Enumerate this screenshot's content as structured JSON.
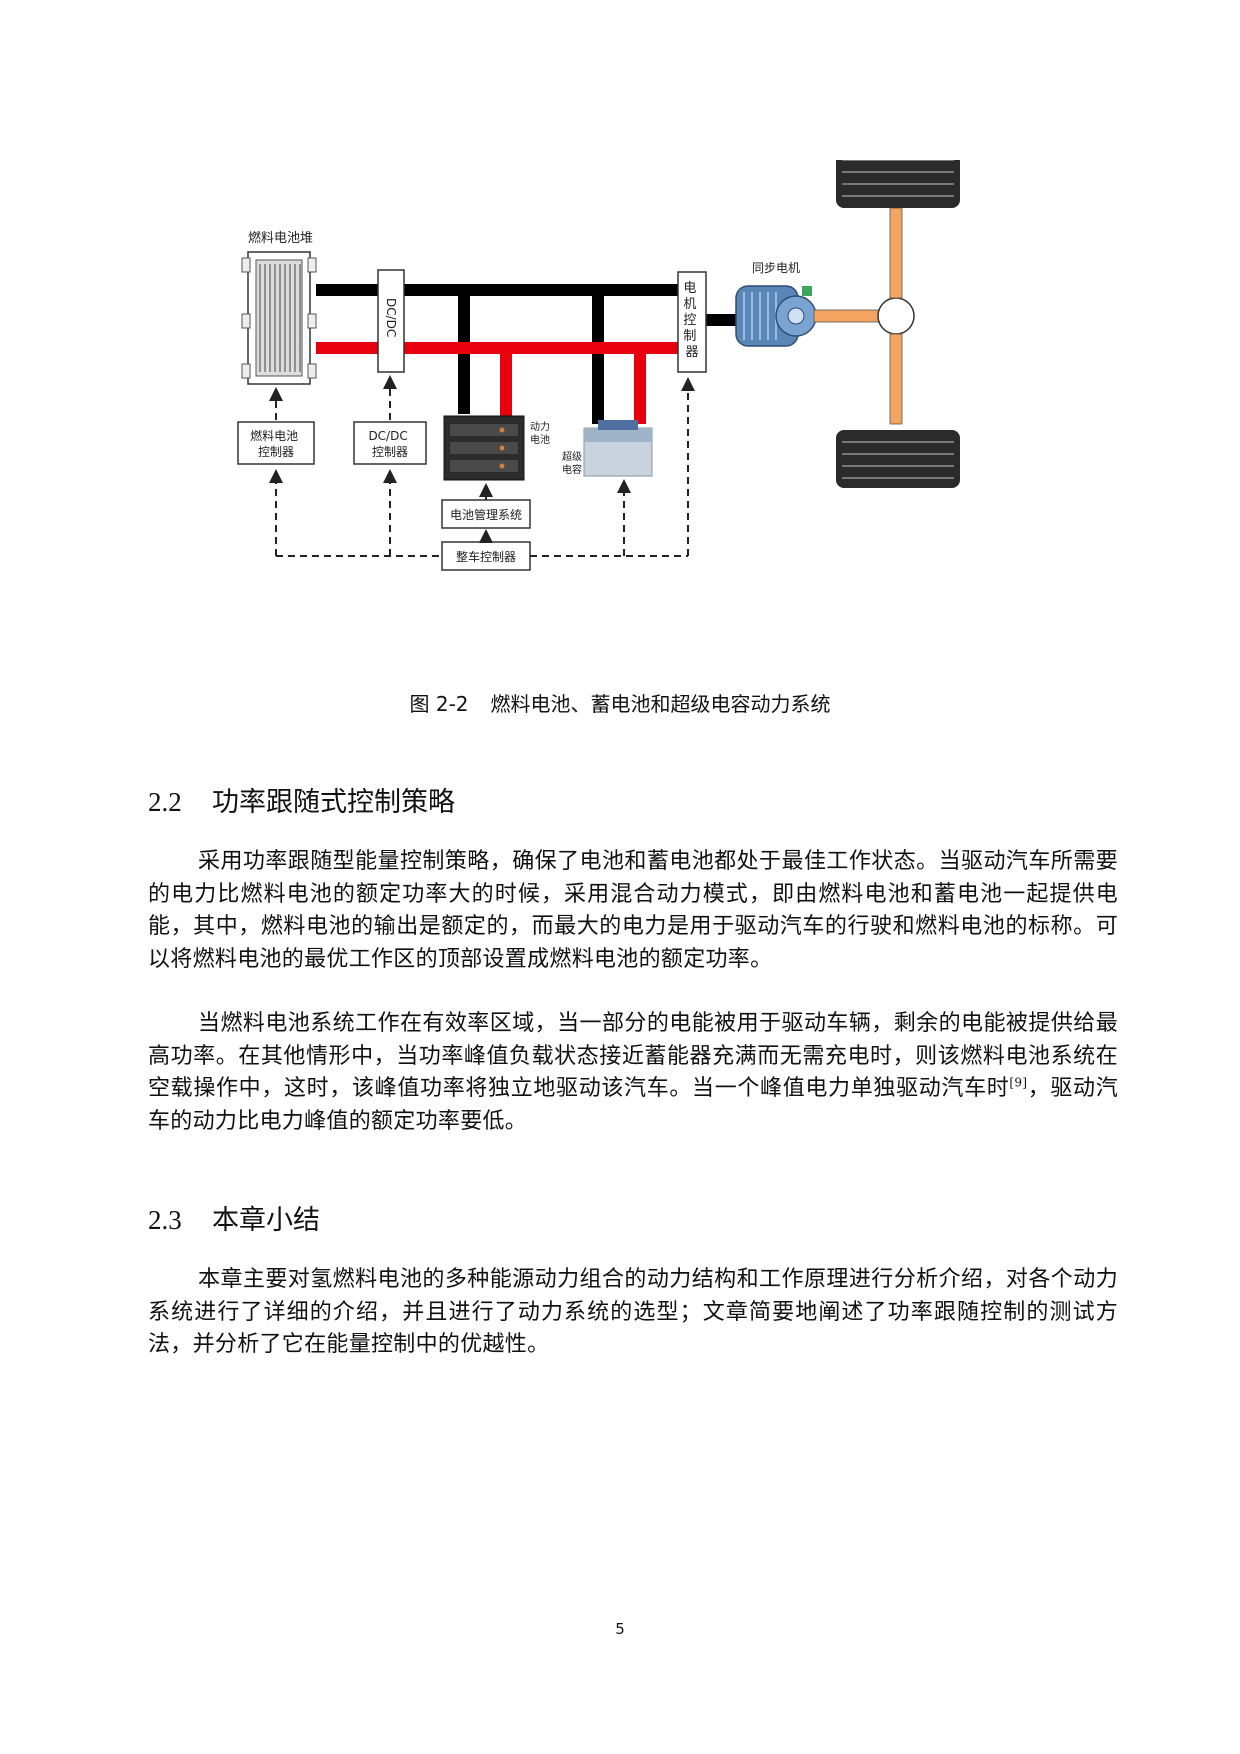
{
  "figure": {
    "labels": {
      "fuel_cell_stack": "燃料电池堆",
      "dcdc": "DC/DC",
      "motor_controller": "电机控制器",
      "sync_motor": "同步电机",
      "fuel_cell_controller": "燃料电池控制器",
      "dcdc_controller": "DC/DC控制器",
      "power_battery": "动力电池",
      "super_capacitor": "超级电容",
      "bms": "电池管理系统",
      "vehicle_controller": "整车控制器"
    },
    "colors": {
      "positive_bus": "#e8000e",
      "negative_bus": "#000000",
      "axle": "#f4a460"
    }
  },
  "caption": {
    "number": "图 2-2",
    "text": "燃料电池、蓄电池和超级电容动力系统"
  },
  "sections": [
    {
      "number": "2.2",
      "title": "功率跟随式控制策略",
      "paragraphs": [
        "采用功率跟随型能量控制策略，确保了电池和蓄电池都处于最佳工作状态。当驱动汽车所需要的电力比燃料电池的额定功率大的时候，采用混合动力模式，即由燃料电池和蓄电池一起提供电能，其中，燃料电池的输出是额定的，而最大的电力是用于驱动汽车的行驶和燃料电池的标称。可以将燃料电池的最优工作区的顶部设置成燃料电池的额定功率。",
        "当燃料电池系统工作在有效率区域，当一部分的电能被用于驱动车辆，剩余的电能被提供给最高功率。在其他情形中，当功率峰值负载状态接近蓄能器充满而无需充电时，则该燃料电池系统在空载操作中，这时，该峰值功率将独立地驱动该汽车。当一个峰值电力单独驱动汽车时"
      ],
      "citation": "[9]",
      "paragraph2_tail": "，驱动汽车的动力比电力峰值的额定功率要低。"
    },
    {
      "number": "2.3",
      "title": "本章小结",
      "paragraphs": [
        "本章主要对氢燃料电池的多种能源动力组合的动力结构和工作原理进行分析介绍，对各个动力系统进行了详细的介绍，并且进行了动力系统的选型；文章简要地阐述了功率跟随控制的测试方法，并分析了它在能量控制中的优越性。"
      ]
    }
  ],
  "page_number": "5"
}
